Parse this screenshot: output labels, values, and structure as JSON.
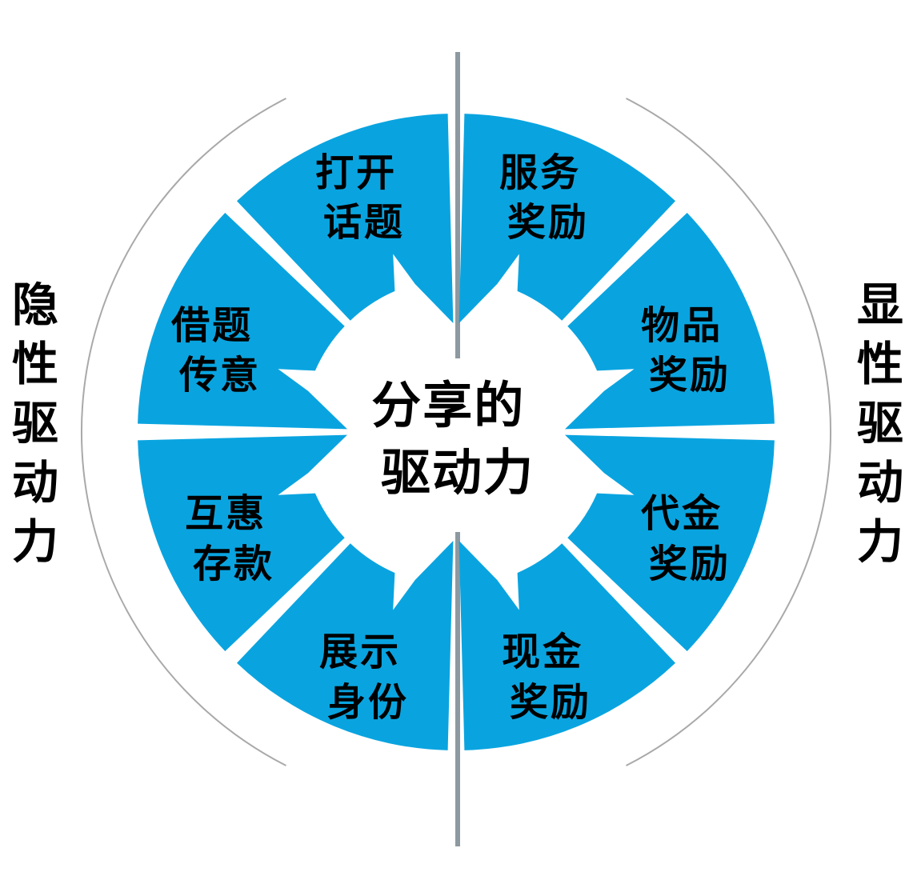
{
  "center": {
    "line1": "分享的",
    "line2": "驱动力"
  },
  "left_label": "隐性驱动力",
  "right_label": "显性驱动力",
  "segments": [
    {
      "id": "service-reward",
      "line1": "服务",
      "line2": "奖励"
    },
    {
      "id": "goods-reward",
      "line1": "物品",
      "line2": "奖励"
    },
    {
      "id": "voucher-reward",
      "line1": "代金",
      "line2": "奖励"
    },
    {
      "id": "cash-reward",
      "line1": "现金",
      "line2": "奖励"
    },
    {
      "id": "show-identity",
      "line1": "展示",
      "line2": "身份"
    },
    {
      "id": "reciprocity-deposit",
      "line1": "互惠",
      "line2": "存款"
    },
    {
      "id": "borrow-topic",
      "line1": "借题",
      "line2": "传意"
    },
    {
      "id": "open-topic",
      "line1": "打开",
      "line2": "话题"
    }
  ],
  "colors": {
    "segment_blue": "#09a4e0",
    "divider_gray": "#8d99a1",
    "arc_gray": "#a9a9a9",
    "text_black": "#000000"
  }
}
